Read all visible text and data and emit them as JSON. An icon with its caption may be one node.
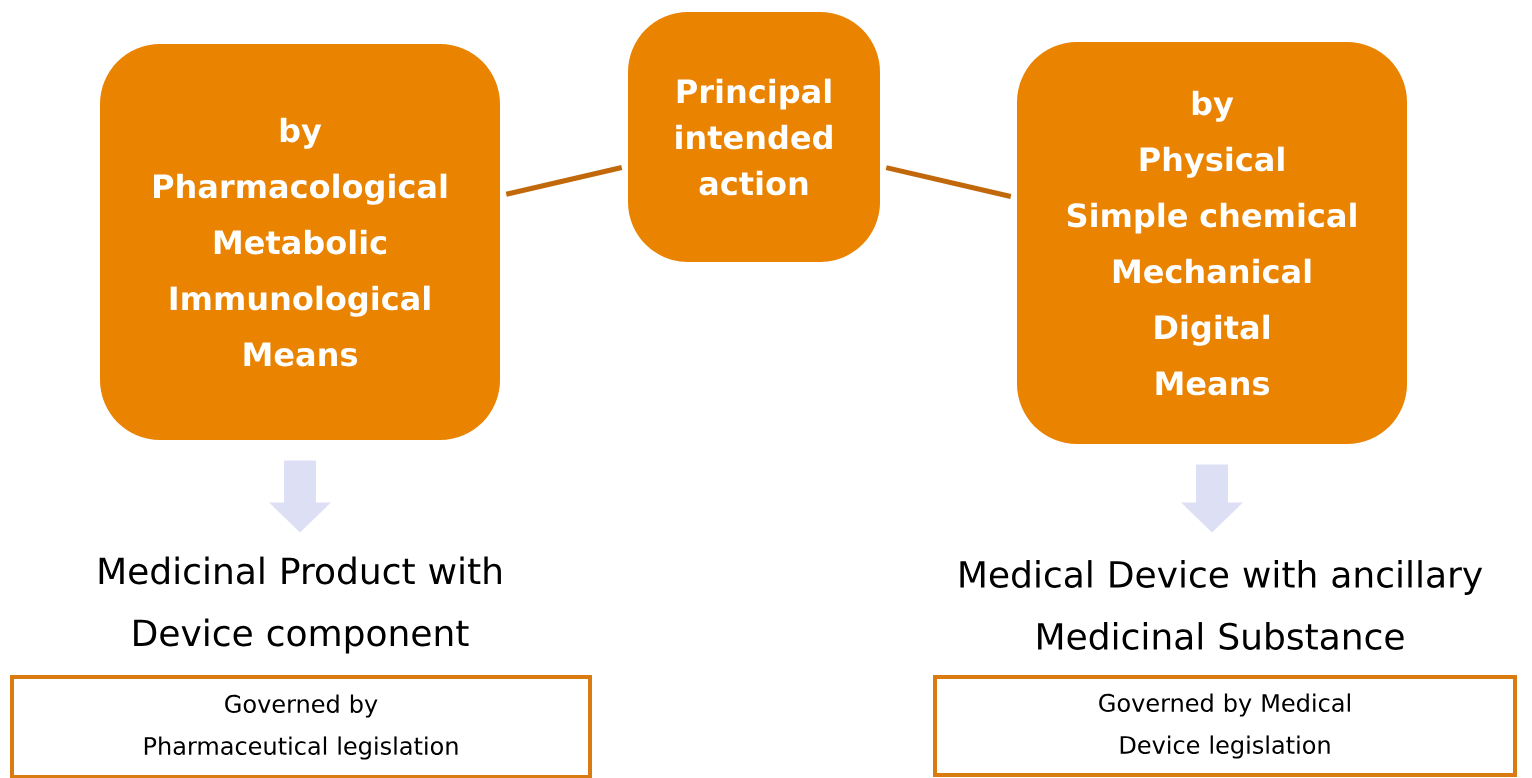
{
  "diagram": {
    "nodes": [
      {
        "text": [
          "Principal",
          "intended",
          "action"
        ]
      },
      {
        "text": [
          "by",
          "Pharmacological",
          "Metabolic",
          "Immunological",
          "Means"
        ]
      },
      {
        "text": [
          "by",
          "Physical",
          "Simple chemical",
          "Mechanical",
          "Digital",
          "Means"
        ]
      },
      {
        "text": [
          "Medicinal Product with Device component"
        ]
      },
      {
        "text": [
          "Medical Device with ancillary Medicinal Substance"
        ]
      },
      {
        "text": [
          "Governed by Pharmaceutical legislation"
        ]
      },
      {
        "text": [
          "Governed by Medical Device legislation"
        ]
      }
    ],
    "edges": [
      {
        "from": 1,
        "to": 0,
        "arrow": "none"
      },
      {
        "from": 0,
        "to": 2,
        "arrow": "none"
      },
      {
        "from": 1,
        "to": 3,
        "arrow": "to",
        "style": "thick",
        "color": "#dde0f5"
      },
      {
        "from": 2,
        "to": 4,
        "arrow": "to",
        "style": "thick",
        "color": "#dde0f5"
      }
    ]
  }
}
